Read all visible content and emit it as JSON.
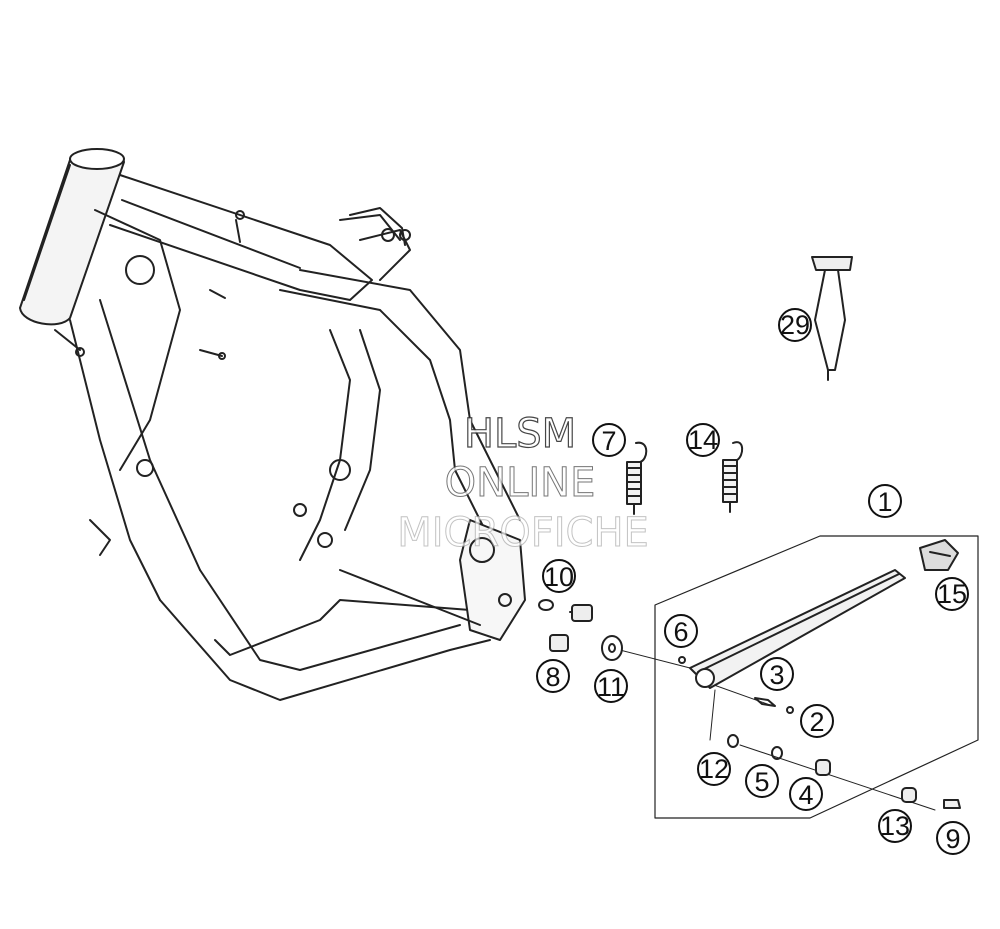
{
  "watermark": {
    "line1": "HLSM",
    "line2": "ONLINE",
    "line3": "MICROFICHE"
  },
  "callouts": [
    {
      "id": "c1",
      "label": "1"
    },
    {
      "id": "c2",
      "label": "2"
    },
    {
      "id": "c3",
      "label": "3"
    },
    {
      "id": "c4",
      "label": "4"
    },
    {
      "id": "c5",
      "label": "5"
    },
    {
      "id": "c6",
      "label": "6"
    },
    {
      "id": "c7",
      "label": "7"
    },
    {
      "id": "c8",
      "label": "8"
    },
    {
      "id": "c9",
      "label": "9"
    },
    {
      "id": "c10",
      "label": "10"
    },
    {
      "id": "c11",
      "label": "11"
    },
    {
      "id": "c12",
      "label": "12"
    },
    {
      "id": "c13",
      "label": "13"
    },
    {
      "id": "c14",
      "label": "14"
    },
    {
      "id": "c15",
      "label": "15"
    },
    {
      "id": "c29",
      "label": "29"
    }
  ]
}
